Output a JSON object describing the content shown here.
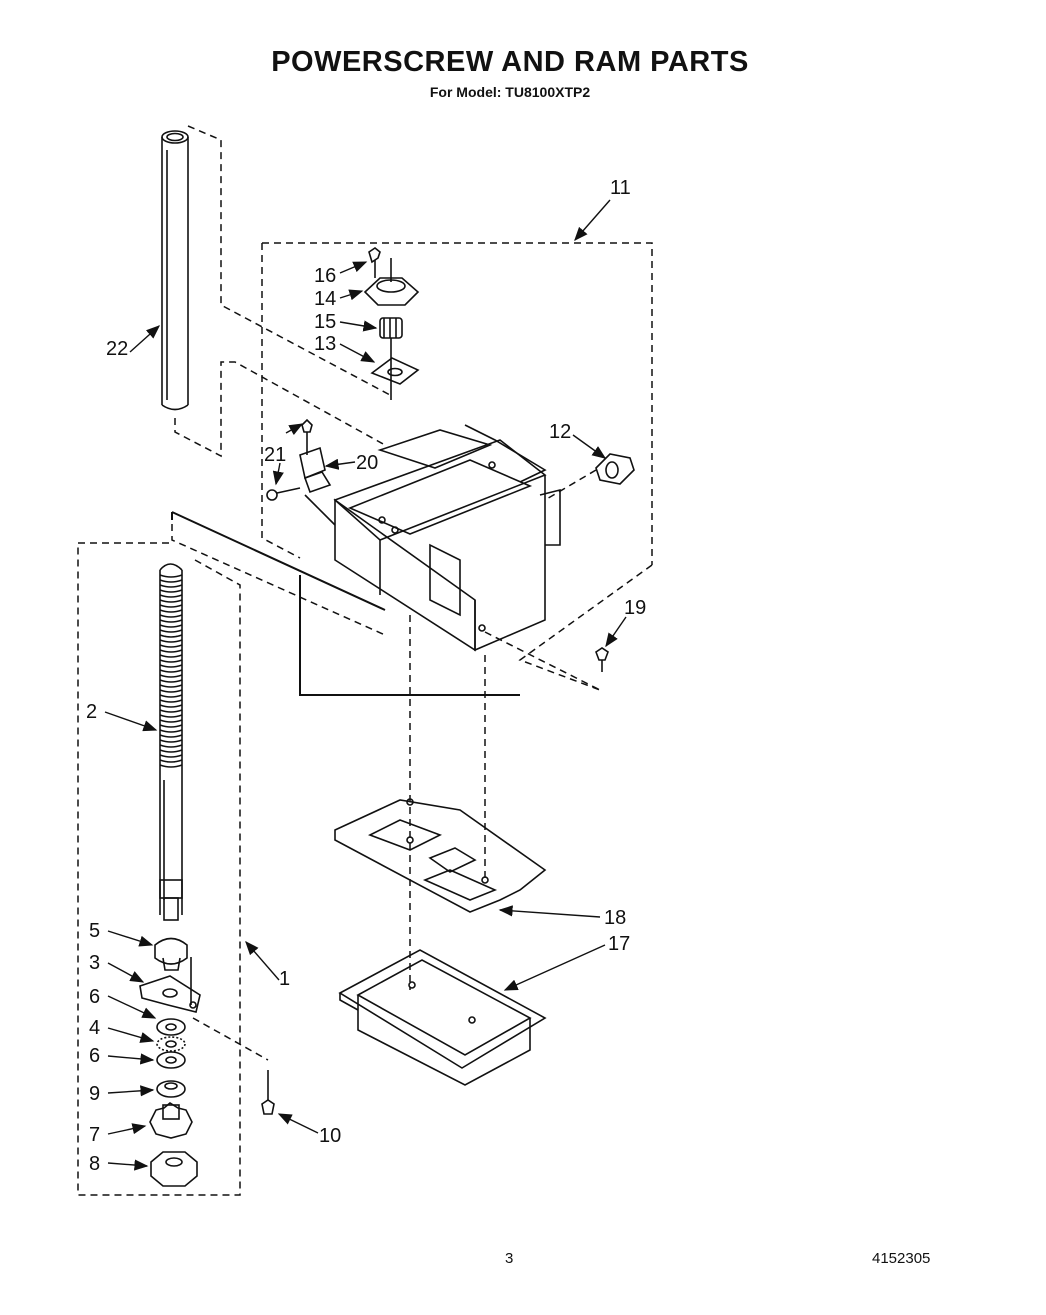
{
  "title": "POWERSCREW AND RAM PARTS",
  "subtitle": "For Model: TU8100XTP2",
  "page_number": "3",
  "doc_number": "4152305",
  "callouts": {
    "c1": "1",
    "c2": "2",
    "c3": "3",
    "c4": "4",
    "c5": "5",
    "c6a": "6",
    "c6b": "6",
    "c7": "7",
    "c8": "8",
    "c9": "9",
    "c10": "10",
    "c11": "11",
    "c12": "12",
    "c13": "13",
    "c14": "14",
    "c15": "15",
    "c16": "16",
    "c17": "17",
    "c18": "18",
    "c19": "19",
    "c20": "20",
    "c21": "21",
    "c22": "22"
  }
}
